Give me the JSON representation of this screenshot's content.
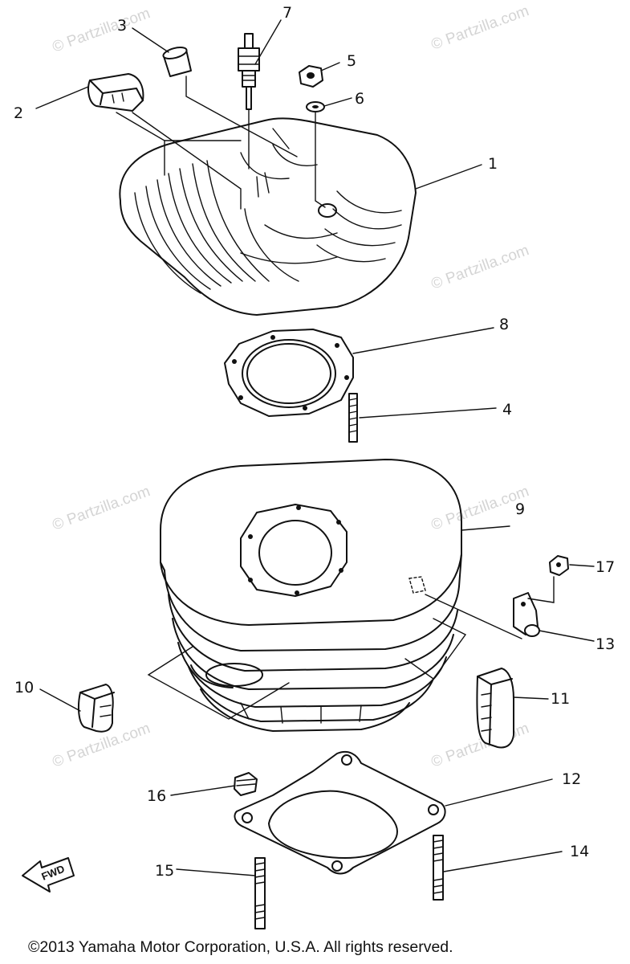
{
  "callouts": {
    "c1": "1",
    "c2": "2",
    "c3": "3",
    "c4": "4",
    "c5": "5",
    "c6": "6",
    "c7": "7",
    "c8": "8",
    "c9": "9",
    "c10": "10",
    "c11": "11",
    "c12": "12",
    "c13": "13",
    "c14": "14",
    "c15": "15",
    "c16": "16",
    "c17": "17"
  },
  "watermark": {
    "text": "© Partzilla.com",
    "color": "#d4d4d4"
  },
  "fwd_label": "FWD",
  "copyright": "©2013 Yamaha Motor Corporation, U.S.A. All rights reserved."
}
